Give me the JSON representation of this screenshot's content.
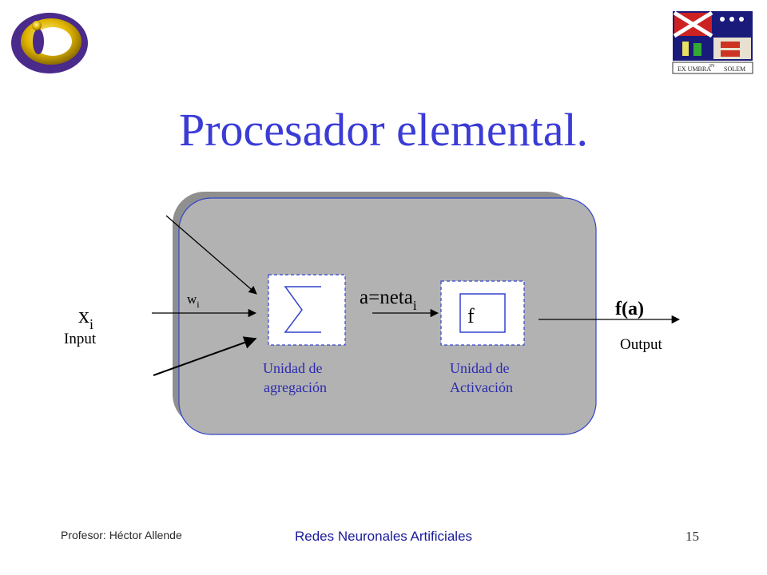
{
  "slide": {
    "title": "Procesador elemental."
  },
  "diagram": {
    "input_symbol": "x",
    "input_subscript": "i",
    "input_label": "Input",
    "weight_symbol": "w",
    "weight_subscript": "i",
    "sum_glyph": "∑",
    "aggregation_label_line1": "Unidad de",
    "aggregation_label_line2": "agregación",
    "net_label": "a=neta",
    "net_subscript": "i",
    "activation_glyph": "f",
    "activation_label_line1": "Unidad de",
    "activation_label_line2": "Activación",
    "output_symbol": "f(a)",
    "output_label": "Output"
  },
  "logos": {
    "left_icon": "university-logo-icon",
    "right_icon": "coat-of-arms-icon",
    "right_motto_left": "EX UMBRA",
    "right_motto_middle": "IN",
    "right_motto_right": "SOLEM"
  },
  "footer": {
    "professor": "Profesor: Héctor Allende",
    "course": "Redes Neuronales Artificiales",
    "page_number": "15"
  },
  "colors": {
    "title": "#3b3bd6",
    "label_blue": "#2a2ab0",
    "panel_gray": "#b2b2b2",
    "panel_border": "#3344cc"
  }
}
